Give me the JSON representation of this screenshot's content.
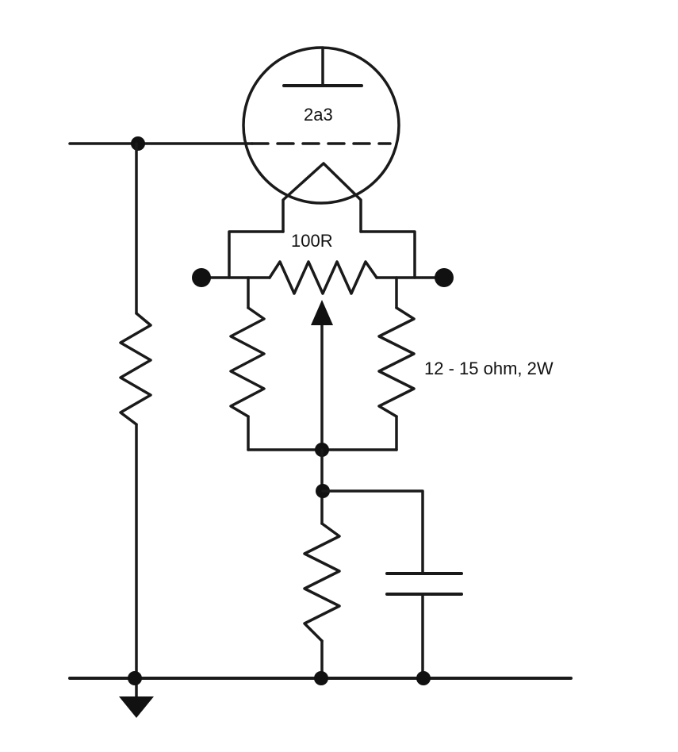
{
  "diagram": {
    "type": "schematic",
    "tube_label": "2a3",
    "pot_label": "100R",
    "resistor_label": "12 - 15 ohm, 2W"
  },
  "colors": {
    "ink": "#1a1a1a",
    "background": "#ffffff"
  }
}
